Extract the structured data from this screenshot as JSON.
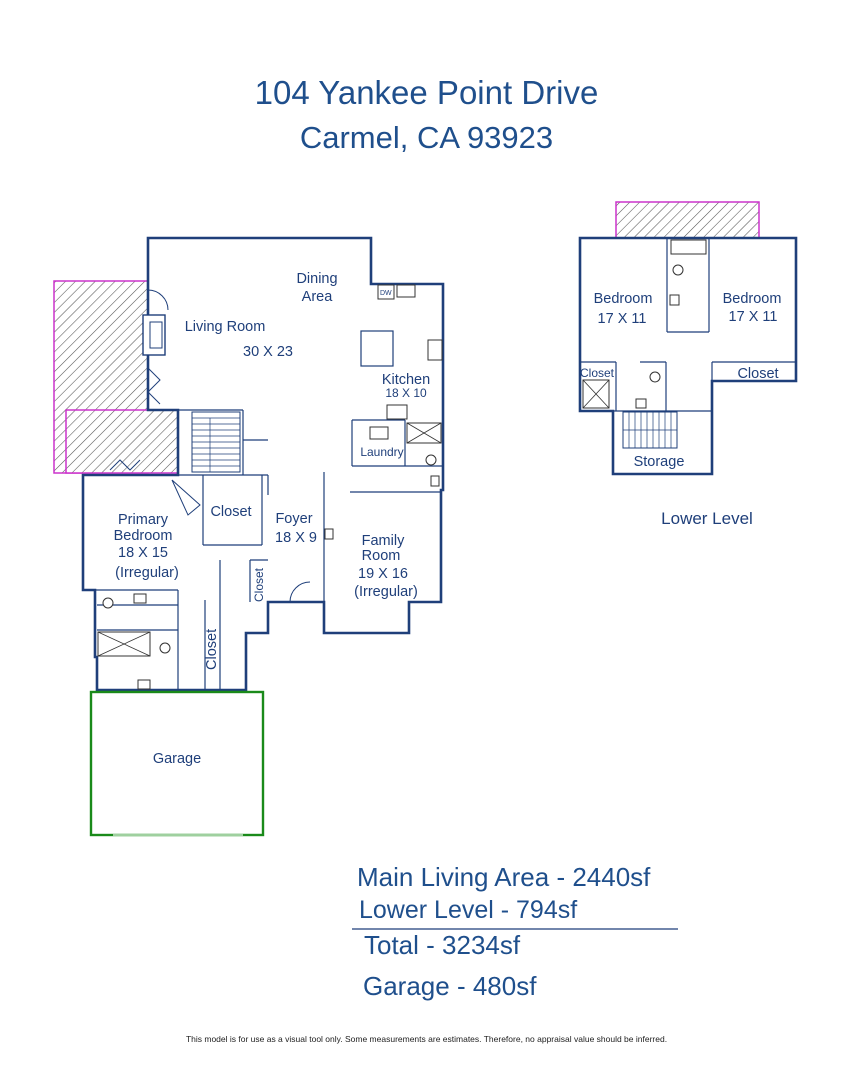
{
  "title": {
    "line1": "104 Yankee Point Drive",
    "line2": "Carmel, CA 93923"
  },
  "main_level": {
    "rooms": {
      "dining": [
        "Dining",
        "Area"
      ],
      "living": {
        "name": "Living Room",
        "dims": "30 X 23"
      },
      "kitchen": {
        "name": "Kitchen",
        "dims": "18 X 10"
      },
      "laundry": "Laundry",
      "primary_bedroom": [
        "Primary",
        "Bedroom",
        "18 X 15",
        "(Irregular)"
      ],
      "closet_main": "Closet",
      "foyer": {
        "name": "Foyer",
        "dims": "18 X 9"
      },
      "family_room": [
        "Family",
        "Room",
        "19 X 16",
        "(Irregular)"
      ],
      "closet_vertical_small": "Closet",
      "closet_vertical_large": "Closet",
      "garage": "Garage",
      "dishwasher": "DW"
    }
  },
  "lower_level": {
    "label": "Lower Level",
    "rooms": {
      "bedroom_left": {
        "name": "Bedroom",
        "dims": "17 X 11"
      },
      "bedroom_right": {
        "name": "Bedroom",
        "dims": "17 X 11"
      },
      "closet_left": "Closet",
      "closet_right": "Closet",
      "storage": "Storage"
    }
  },
  "areas": {
    "main": "Main Living Area - 2440sf",
    "lower": "Lower Level - 794sf",
    "total": "Total - 3234sf",
    "garage": "Garage - 480sf"
  },
  "footnote": "This model is for use as a visual tool only. Some measurements are estimates. Therefore, no appraisal value should be inferred.",
  "colors": {
    "wall": "#1f3f7a",
    "text": "#1f4f8c",
    "deck_outline": "#cc33cc",
    "garage_outline": "#1a8a1a"
  }
}
